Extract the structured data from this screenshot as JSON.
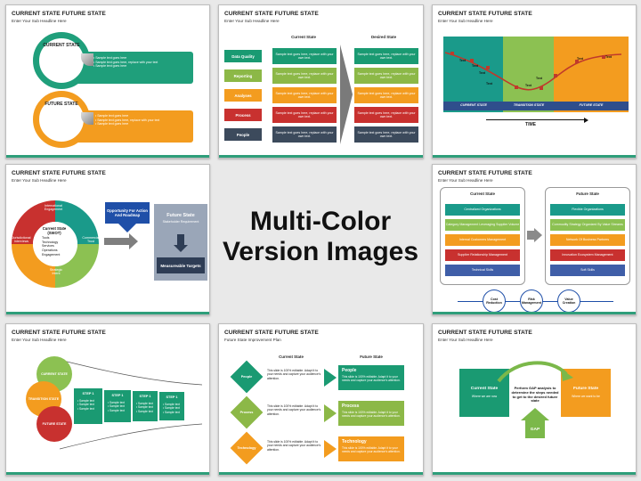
{
  "center": {
    "line1": "Multi-Color",
    "line2": "Version Images"
  },
  "common": {
    "title": "CURRENT STATE FUTURE STATE",
    "subtitle": "Enter Your Sub Headline Here"
  },
  "s1": {
    "current": "CURRENT STATE",
    "future": "FUTURE STATE",
    "bullets_a": [
      "Sample text goes here",
      "Sample text goes here, replace with your text",
      "Sample text goes here"
    ],
    "bullets_b": [
      "Sample text goes here",
      "Sample text goes here, replace with your text",
      "Sample text goes here"
    ]
  },
  "s2": {
    "col_current": "Current State",
    "col_desired": "Desired State",
    "rows": [
      "Data Quality",
      "Reporting",
      "Analyses",
      "Process",
      "People"
    ],
    "cell": "Sample text goes here, replace with your own text.",
    "colors": [
      "#1a9a72",
      "#8cb847",
      "#f39c1f",
      "#c8312f",
      "#3c4a5c"
    ]
  },
  "s3": {
    "labels": [
      "Text",
      "Text",
      "Text",
      "Text",
      "Text",
      "Text",
      "Text",
      "Text"
    ],
    "bands": [
      "CURRENT STATE",
      "TRANSITION STATE",
      "FUTURE STATE"
    ],
    "axis": "TIME"
  },
  "s4": {
    "swot_title": "Current State (SWOT)",
    "swot_items": [
      "Tools",
      "Technology",
      "Services",
      "Operations",
      "Engagement"
    ],
    "segs": [
      "International Engagement",
      "Commercial Trust",
      "Strategic Intent",
      "Jurisdictional Interviews"
    ],
    "opportunity": "Opportunity For Action And Roadmap",
    "future": "Future State",
    "future_sub": "Stakeholder Requirement",
    "measurable": "Measureable Targets"
  },
  "s6": {
    "current": "Current State",
    "future": "Future State",
    "left": [
      "Centralized Organizations",
      "Category Management Leveraging Supplier Volume",
      "Internal Customers Management",
      "Supplier Relationship Management",
      "Technical Skills"
    ],
    "right": [
      "Flexible Organizations",
      "Commodity Strategy Organized By Value Streams",
      "Network Of Business Partners",
      "Innovation Ecosystem Management",
      "Soft Skills"
    ],
    "circles": [
      "Cost Reduction",
      "Risk Management",
      "Value Creation"
    ]
  },
  "s7": {
    "circles": [
      "CURRENT STATE",
      "TRANSITION STATE",
      "FUTURE STATE"
    ],
    "steps": [
      "STEP 1",
      "STEP 1",
      "STEP 1",
      "STEP 1"
    ],
    "sample": "Sample text"
  },
  "s8": {
    "subtitle": "Future State Improvement Plan",
    "col_current": "Current State",
    "col_future": "Future State",
    "diamonds": [
      "People",
      "Process",
      "Technology"
    ],
    "heads": [
      "People",
      "Process",
      "Technology"
    ],
    "body": "This slide is 100% editable. Adapt it to your needs and capture your audience's attention."
  },
  "s9": {
    "current": "Current State",
    "current_sub": "Where we are now",
    "future": "Future State",
    "future_sub": "Where we want to be",
    "middle": "Perform GAP analysis to determine the steps needed to get to the desired future state",
    "gap": "GAP"
  }
}
